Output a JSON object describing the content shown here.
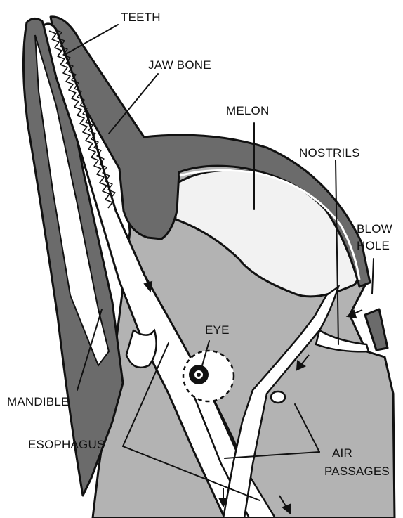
{
  "diagram": {
    "labels": {
      "teeth": "TEETH",
      "jaw_bone": "JAW BONE",
      "melon": "MELON",
      "nostrils": "NOSTRILS",
      "blow_hole_line1": "BLOW",
      "blow_hole_line2": "HOLE",
      "eye": "EYE",
      "mandible": "MANDIBLE",
      "esophagus": "ESOPHAGUS",
      "air_passages_line1": "AIR",
      "air_passages_line2": "PASSAGES"
    },
    "colors": {
      "bone_dark": "#6b6b6b",
      "tissue_light": "#b3b3b3",
      "melon_white": "#f2f2f2",
      "outline": "#111111",
      "background": "#ffffff"
    }
  }
}
